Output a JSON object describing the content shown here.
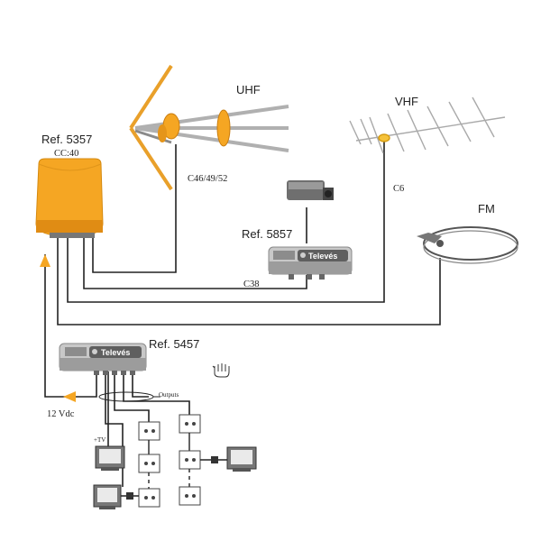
{
  "diagram": {
    "uhf": {
      "label": "UHF",
      "channels": "C46/49/52"
    },
    "vhf": {
      "label": "VHF",
      "channel": "C6"
    },
    "fm": {
      "label": "FM"
    },
    "amplifier": {
      "ref": "Ref. 5357",
      "cc": "CC:40"
    },
    "modulator": {
      "ref": "Ref. 5857",
      "channel": "C38",
      "brand": "Televés"
    },
    "power_supply": {
      "ref": "Ref. 5457",
      "brand": "Televés",
      "voltage": "12 Vdc",
      "outputs_label": "Outputs"
    },
    "tv_label": "+TV",
    "colors": {
      "accent": "#f5a623",
      "accent_dark": "#d9860f",
      "line": "#222222",
      "device": "#c8c8c8",
      "device_dark": "#6e6e6e"
    },
    "icons": [
      "uhf-antenna-icon",
      "vhf-antenna-icon",
      "fm-antenna-icon",
      "camera-icon",
      "amplifier-icon",
      "modulator-icon",
      "power-supply-icon",
      "tv-icon",
      "outlet-icon",
      "hand-cursor-icon"
    ]
  }
}
